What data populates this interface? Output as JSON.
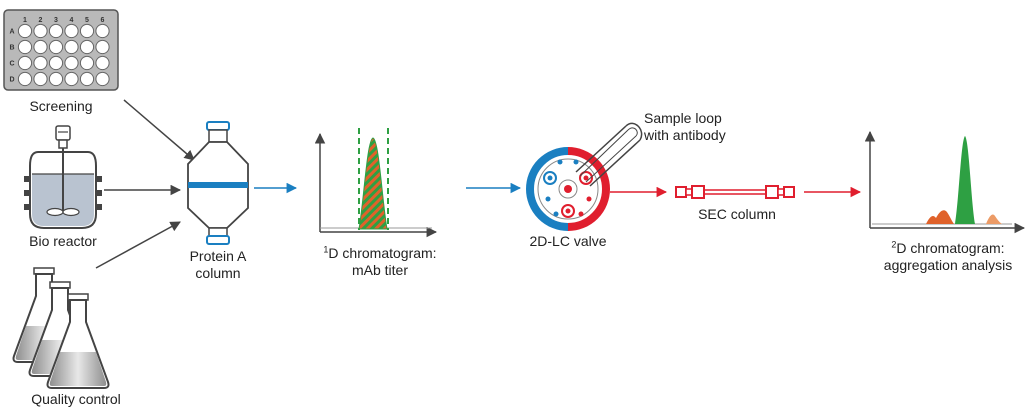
{
  "colors": {
    "line": "#444444",
    "blue_arrow": "#1a7fc1",
    "red_arrow": "#e01e2e",
    "plate": "#b9b9b9",
    "liquid": "#b9c3d0",
    "column_blue": "#1a7fc1",
    "green": "#2ea043",
    "orange": "#e0622a",
    "light_orange": "#ec9b66",
    "valve_blue": "#1a7fc1",
    "valve_red": "#e01e2e"
  },
  "plate": {
    "columns": [
      "1",
      "2",
      "3",
      "4",
      "5",
      "6"
    ],
    "rows": [
      "A",
      "B",
      "C",
      "D"
    ]
  },
  "labels": {
    "screening": "Screening",
    "bioreactor": "Bio reactor",
    "quality_control": "Quality control",
    "protein_a_line1": "Protein A",
    "protein_a_line2": "column",
    "chrom1_sup": "1",
    "chrom1_line1": "D chromatogram:",
    "chrom1_line2": "mAb titer",
    "valve": "2D-LC valve",
    "sample_loop_line1": "Sample loop",
    "sample_loop_line2": "with antibody",
    "sec_column": "SEC column",
    "chrom2_sup": "2",
    "chrom2_line1": "D chromatogram:",
    "chrom2_line2": "aggregation analysis"
  },
  "icons": {
    "plate": "well-plate-icon",
    "bioreactor": "bioreactor-icon",
    "flasks": "erlenmeyer-flasks-icon",
    "column": "protein-a-column-icon",
    "valve": "2d-lc-valve-icon",
    "sec": "sec-column-icon"
  }
}
